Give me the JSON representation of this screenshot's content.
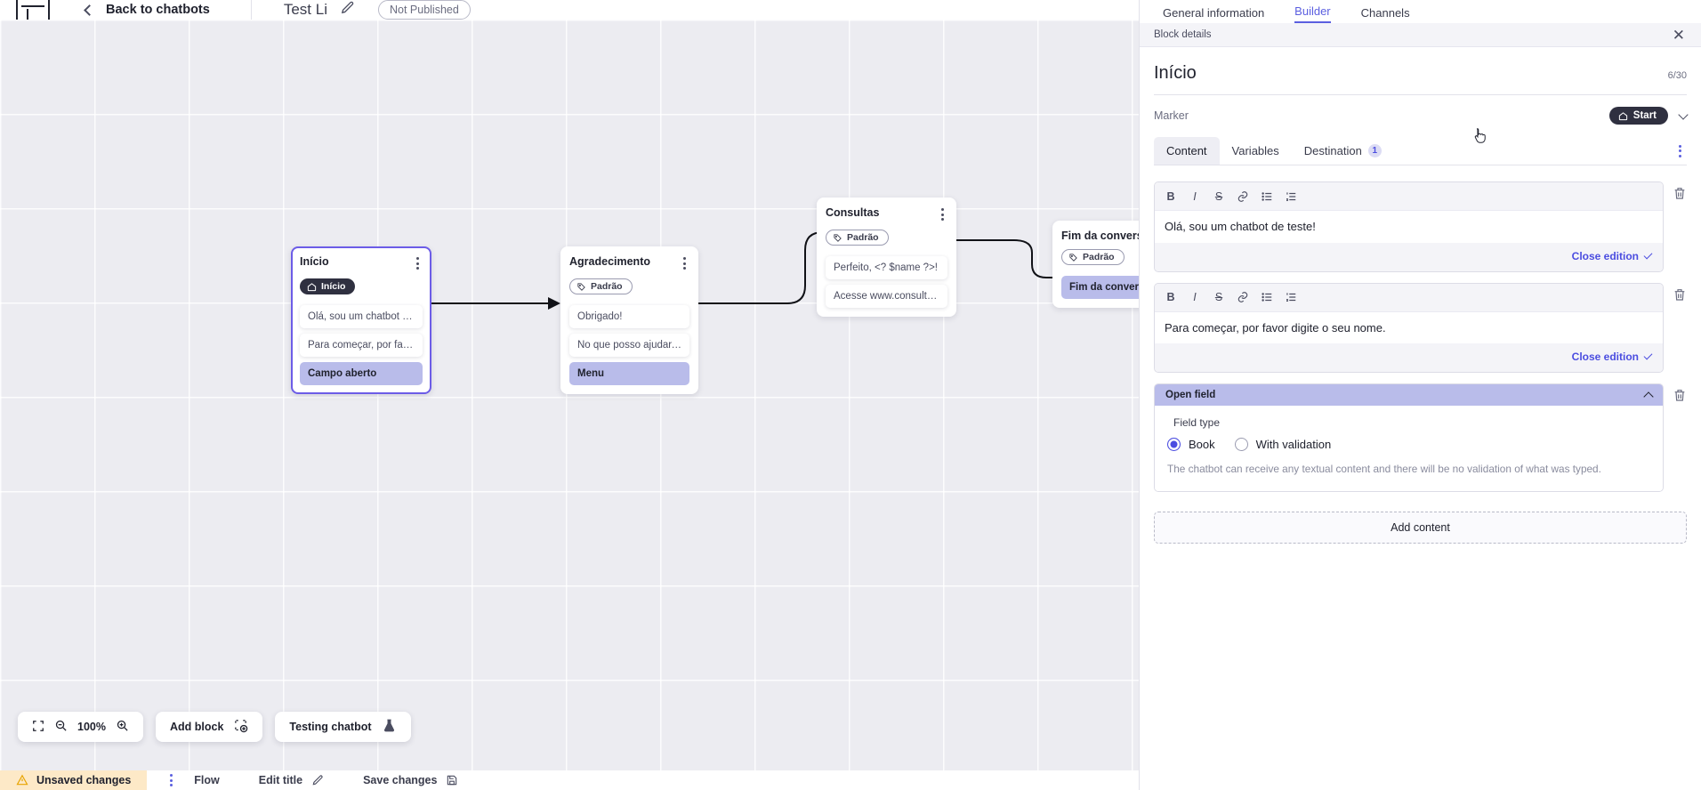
{
  "topbar": {
    "logo_icon": "app-logo-icon",
    "back_chevron_icon": "chevron-left-icon",
    "back_label": "Back to chatbots",
    "bot_title": "Test Li",
    "edit_title_icon": "pencil-icon",
    "publish_badge": "Not Published"
  },
  "panel_tabs": [
    {
      "label": "General information",
      "active": false
    },
    {
      "label": "Builder",
      "active": true
    },
    {
      "label": "Channels",
      "active": false
    }
  ],
  "panel": {
    "subheader_title": "Block details",
    "close_icon": "close-icon",
    "block_title": "Início",
    "char_count": "6/30",
    "marker_label": "Marker",
    "marker_value": "Start",
    "marker_icon": "home-icon",
    "marker_chevron_icon": "chevron-down-icon",
    "tabs": [
      {
        "label": "Content",
        "active": true,
        "badge": ""
      },
      {
        "label": "Variables",
        "active": false,
        "badge": ""
      },
      {
        "label": "Destination",
        "active": false,
        "badge": "1"
      }
    ],
    "tabs_kebab_icon": "more-options-icon",
    "editor_toolbar": [
      {
        "name": "bold-icon",
        "glyph": "B"
      },
      {
        "name": "italic-icon",
        "glyph": "I"
      },
      {
        "name": "strikethrough-icon",
        "glyph": "S"
      },
      {
        "name": "link-icon",
        "glyph": "🔗"
      },
      {
        "name": "bullet-list-icon",
        "glyph": "≔"
      },
      {
        "name": "numbered-list-icon",
        "glyph": "≕"
      }
    ],
    "editors": [
      {
        "text": "Olá, sou um chatbot de teste!",
        "close_label": "Close edition"
      },
      {
        "text": "Para começar, por favor digite o seu nome.",
        "close_label": "Close edition"
      }
    ],
    "open_field": {
      "header": "Open field",
      "collapse_icon": "chevron-up-icon",
      "field_type_label": "Field type",
      "options": [
        {
          "label": "Book",
          "selected": true
        },
        {
          "label": "With validation",
          "selected": false
        }
      ],
      "description": "The chatbot can receive any textual content and there will be no validation of what was typed."
    },
    "add_content_label": "Add content",
    "trash_icon": "trash-icon"
  },
  "canvas": {
    "nodes": [
      {
        "title": "Início",
        "tag": "Início",
        "tag_style": "dark",
        "tag_icon": "home-icon",
        "selected": true,
        "rows": [
          {
            "text": "Olá, sou um chatbot de teste!",
            "highlight": false
          },
          {
            "text": "Para começar, por favor digite o ...",
            "highlight": false
          },
          {
            "text": "Campo aberto",
            "highlight": true
          }
        ]
      },
      {
        "title": "Agradecimento",
        "tag": "Padrão",
        "tag_style": "outline",
        "tag_icon": "tag-icon",
        "selected": false,
        "rows": [
          {
            "text": "Obrigado!",
            "highlight": false
          },
          {
            "text": "No que posso ajudar, <? $name ...",
            "highlight": false
          },
          {
            "text": "Menu",
            "highlight": true
          }
        ]
      },
      {
        "title": "Consultas",
        "tag": "Padrão",
        "tag_style": "outline",
        "tag_icon": "tag-icon",
        "selected": false,
        "rows": [
          {
            "text": "Perfeito, <? $name ?>!",
            "highlight": false
          },
          {
            "text": "Acesse www.consultas.com par...",
            "highlight": false
          }
        ]
      },
      {
        "title": "Fim da conversa",
        "tag": "Padrão",
        "tag_style": "outline",
        "tag_icon": "tag-icon",
        "selected": false,
        "rows": [
          {
            "text": "Fim da conversa",
            "highlight": true
          }
        ]
      }
    ],
    "toolbar": {
      "fit_icon": "fit-screen-icon",
      "zoom_out_icon": "zoom-out-icon",
      "zoom_level": "100%",
      "zoom_in_icon": "zoom-in-icon",
      "add_block_label": "Add block",
      "add_block_icon": "add-block-icon",
      "testing_label": "Testing chatbot",
      "testing_icon": "flask-icon"
    }
  },
  "bottombar": {
    "warning_icon": "warning-icon",
    "unsaved_label": "Unsaved changes",
    "kebab_icon": "more-options-icon",
    "flow_label": "Flow",
    "edit_title_label": "Edit title",
    "edit_title_icon": "pencil-icon",
    "save_label": "Save changes",
    "save_icon": "save-icon"
  },
  "colors": {
    "accent": "#5b5fe0",
    "highlight_row": "#b9bcea",
    "dark_pill": "#2f3040",
    "warning_bg": "#fde9c7",
    "canvas_bg": "#ececf1"
  }
}
